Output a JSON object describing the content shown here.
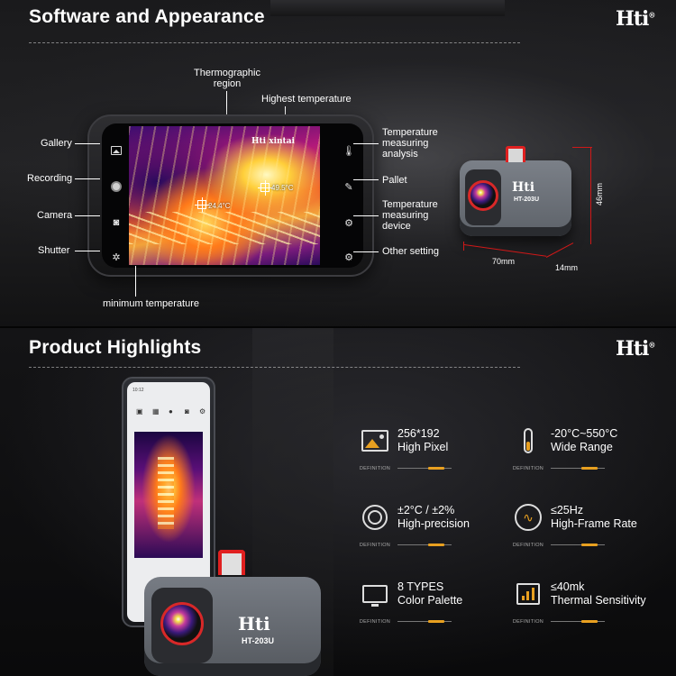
{
  "top": {
    "title": "Software and Appearance",
    "logo": "Hti",
    "logo_mark": "®",
    "callouts": {
      "thermographic_region": "Thermographic\nregion",
      "highest_temperature": "Highest temperature",
      "minimum_temperature": "minimum temperature",
      "gallery": "Gallery",
      "recording": "Recording",
      "camera": "Camera",
      "shutter": "Shutter",
      "temp_analysis": "Temperature\nmeasuring\nanalysis",
      "pallet": "Pallet",
      "temp_device": "Temperature\nmeasuring\ndevice",
      "other_setting": "Other setting"
    },
    "screen": {
      "high_reading": "49.5°C",
      "low_reading": "24.4°C",
      "app_logo": "Hti xintai"
    },
    "device": {
      "model": "HT-203U",
      "logo": "Hti",
      "dim_width": "70mm",
      "dim_depth": "14mm",
      "dim_height": "46mm"
    },
    "icons": {
      "gallery": "gallery-icon",
      "recording": "record-icon",
      "camera": "camera-icon",
      "shutter": "shutter-icon",
      "analysis": "thermometer-icon",
      "pallet": "palette-icon",
      "device": "thermometer-settings-icon",
      "settings": "gear-icon"
    }
  },
  "bottom": {
    "title": "Product Highlights",
    "logo": "Hti",
    "logo_mark": "®",
    "device_model": "HT-203U",
    "device_logo": "Hti",
    "phone_status": "10:12",
    "features": [
      {
        "line1": "256*192",
        "line2": "High Pixel",
        "def": "DEFINITION",
        "icon": "image-icon"
      },
      {
        "line1": "-20°C~550°C",
        "line2": "Wide Range",
        "def": "DEFINITION",
        "icon": "thermometer-icon"
      },
      {
        "line1": "±2°C / ±2%",
        "line2": "High-precision",
        "def": "DEFINITION",
        "icon": "target-icon"
      },
      {
        "line1": "≤25Hz",
        "line2": "High-Frame Rate",
        "def": "DEFINITION",
        "icon": "wave-icon"
      },
      {
        "line1": "8 TYPES",
        "line2": "Color Palette",
        "def": "DEFINITION",
        "icon": "monitor-icon"
      },
      {
        "line1": "≤40mk",
        "line2": "Thermal Sensitivity",
        "def": "DEFINITION",
        "icon": "bar-chart-icon"
      }
    ]
  },
  "colors": {
    "accent_orange": "#e8a020",
    "device_red": "#d82828",
    "dim_red": "#d01818"
  }
}
